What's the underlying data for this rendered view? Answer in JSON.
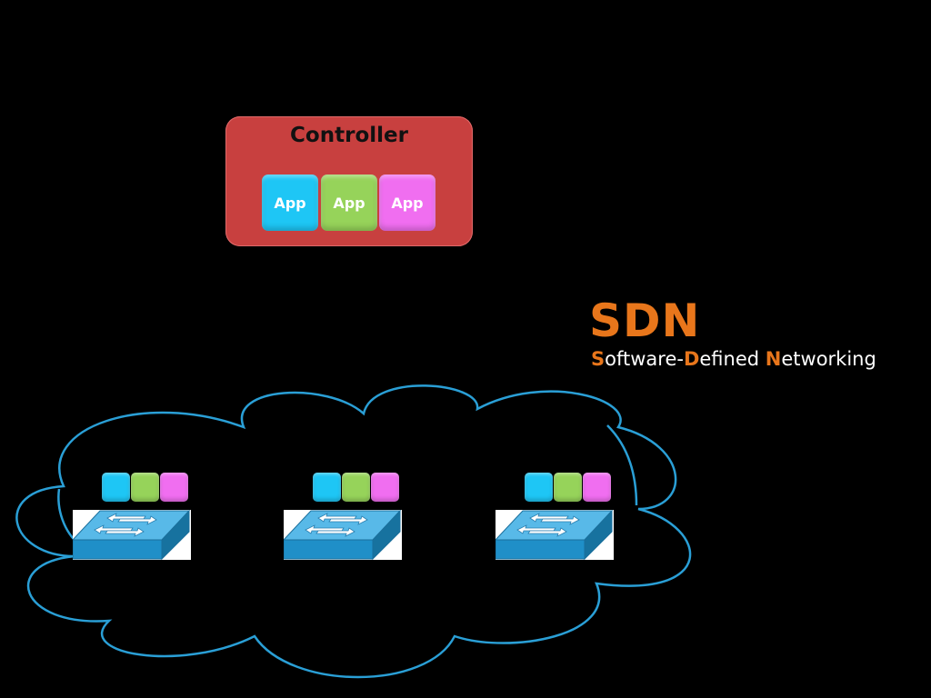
{
  "controller": {
    "title": "Controller",
    "apps": [
      {
        "label": "App",
        "color": "#1ec6f5"
      },
      {
        "label": "App",
        "color": "#96d35a"
      },
      {
        "label": "App",
        "color": "#f06ef0"
      }
    ],
    "color": "#c8403f"
  },
  "sdn": {
    "title": "SDN",
    "subtitle_parts": [
      {
        "text": "S",
        "highlight": true
      },
      {
        "text": "oftware-",
        "highlight": false
      },
      {
        "text": "D",
        "highlight": true
      },
      {
        "text": "efined ",
        "highlight": false
      },
      {
        "text": "N",
        "highlight": true
      },
      {
        "text": "etworking",
        "highlight": false
      }
    ],
    "accent_color": "#e8761b",
    "text_color": "#ffffff"
  },
  "network": {
    "cloud_color": "#2a9fd6",
    "switch_color": "#1f8fc8",
    "switches": [
      {
        "chips": [
          "#1ec6f5",
          "#96d35a",
          "#f06ef0"
        ]
      },
      {
        "chips": [
          "#1ec6f5",
          "#96d35a",
          "#f06ef0"
        ]
      },
      {
        "chips": [
          "#1ec6f5",
          "#96d35a",
          "#f06ef0"
        ]
      }
    ]
  }
}
